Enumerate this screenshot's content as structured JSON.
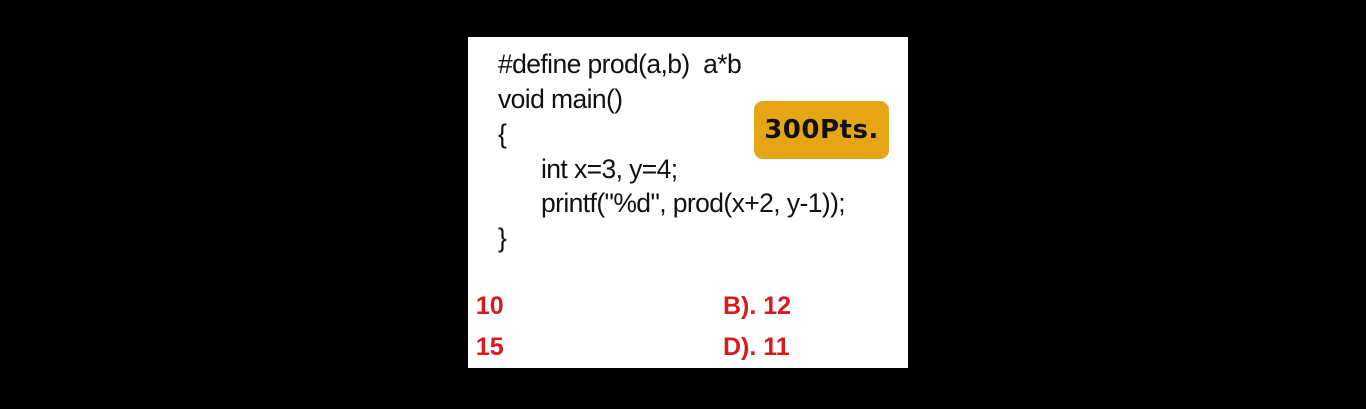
{
  "question": {
    "code_lines": [
      "#define prod(a,b)  a*b",
      "void main()",
      "{",
      "int x=3, y=4;",
      "printf(\"%d\", prod(x+2, y-1));",
      "}"
    ]
  },
  "badge": {
    "label": "300Pts."
  },
  "options": {
    "a": ". 10",
    "b": "B). 12",
    "c": ". 15",
    "d": "D). 11"
  },
  "colors": {
    "background": "#000000",
    "card": "#ffffff",
    "badge": "#e6a515",
    "option_text": "#d9191a"
  }
}
